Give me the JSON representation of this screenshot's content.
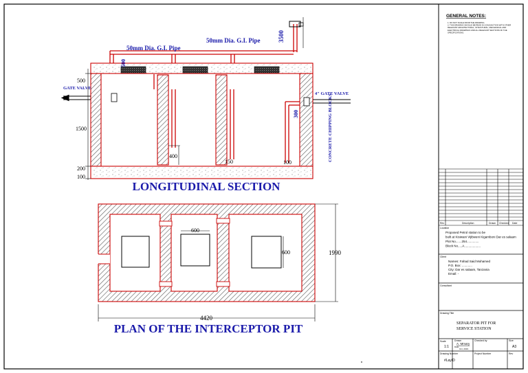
{
  "drawing": {
    "pipe_label_1": "50mm Dia. G.I. Pipe",
    "pipe_label_2": "50mm Dia. G.I. Pipe",
    "dim_3500": "3500",
    "dim_500_pipe": "500",
    "dim_500_left": "500",
    "dim_1500": "1500",
    "dim_200": "200",
    "dim_100": "100",
    "gate_valve_left": "GATE VALVE",
    "gate_valve_right": "4\" GATE VALVE",
    "dim_300": "300",
    "concrete_label": "CONCRETE CHIPPING BLOCKS",
    "dim_400": "400",
    "dim_150": "150",
    "dim_100_right": "100",
    "section_title": "LONGITUDINAL SECTION",
    "plan_dim_600_top": "600",
    "plan_dim_600_side": "600",
    "plan_dim_1990": "1990",
    "plan_dim_4420": "4420",
    "plan_title": "PLAN OF THE INTERCEPTOR PIT"
  },
  "title_block": {
    "general_notes_heading": "GENERAL NOTES:",
    "notes_lines": [
      "1. DO NOT SCALE FROM THE DRAWING.",
      "2. THIS DRAWING SHOULD BE READ IN CONJUNCTION WITH OTHER",
      "RELEVANT ARCHITECTURAL, STRUCTURAL, MECHANICAL AND",
      "ELECTRICAL DRAWINGS AND ALL RELEVANT SECTIONS OF THE",
      "SPECIFICATIONS."
    ],
    "revision_headers": [
      "Rev",
      "Description",
      "Drawn",
      "Checked",
      "Date"
    ],
    "location_label": "Location",
    "location_lines": [
      "Proposed Petrol station to be",
      "built at Kisiwani Vijibweni Kigamboni Dar es salaam",
      "Plot No.......254..............",
      "Block No.....A..................."
    ],
    "client_label": "Client",
    "client_lines": [
      "Names:   Fahad Said Mohamed",
      "P.O. Box:  ............",
      "City:      Dar es salaam, Tanzania",
      "Email:     -"
    ],
    "consultant_label": "Consultant",
    "drawing_title_label": "Drawing Title",
    "drawing_title_lines": [
      "SEPARATOR PIT FOR",
      "SERVICE STATION"
    ],
    "scale_label": "Scale",
    "scale_value": "1:1",
    "drawn_label": "Drawn",
    "drawn_value": "A. Mmary",
    "date_label": "Date",
    "date_value": "Oct, 2019",
    "checked_label": "Checked by",
    "size_label": "Size",
    "size_value": "A3",
    "drawing_number_label": "Drawing Number",
    "drawing_number_value": "#LayID",
    "project_number_label": "Project Number",
    "rev_label": "Rev"
  },
  "colors": {
    "wall_line": "#cc0000",
    "pipe": "#cc0000",
    "label_blue": "#1a1aaa",
    "hatch": "#555555",
    "border": "#000000"
  }
}
